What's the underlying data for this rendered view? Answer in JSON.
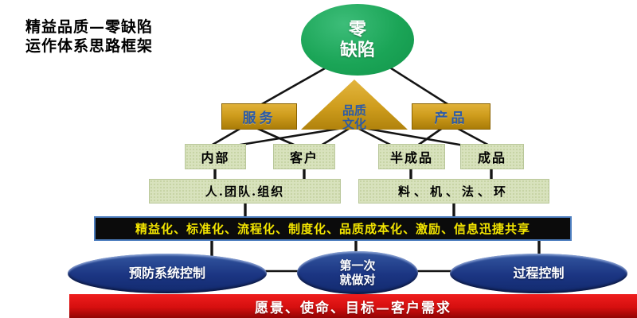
{
  "title": {
    "text": "精益品质—零缺陷\n运作体系思路框架"
  },
  "goal": {
    "label": "零\n缺陷"
  },
  "pillars": {
    "service": "服务",
    "culture": "品质\n文化",
    "product": "产品"
  },
  "level2": {
    "internal": "内部",
    "customer": "客户",
    "semi_finished": "半成品",
    "finished": "成品"
  },
  "level3": {
    "people": "人.团队.组织",
    "factors": "料、机、法、环"
  },
  "methods_bar": {
    "label": "精益化、标准化、流程化、制度化、品质成本化、激励、信息迅捷共享"
  },
  "controls": {
    "prevention": "预防系统控制",
    "first_time_right": "第一次\n就做对",
    "process": "过程控制"
  },
  "foundation": {
    "label": "愿景、使命、目标—客户需求"
  },
  "colors": {
    "goal_green": "#1ba557",
    "pillar_gold": "#cf9d1d",
    "pillar_text_blue": "#2b5aa8",
    "box_light_green": "#d8e2bd",
    "methods_bar_bg": "#0b0b0b",
    "methods_bar_border": "#4d7ebf",
    "methods_bar_text": "#f2e400",
    "control_navy": "#1b3582",
    "foundation_red": "#d60f0f",
    "connector_black": "#141414"
  }
}
